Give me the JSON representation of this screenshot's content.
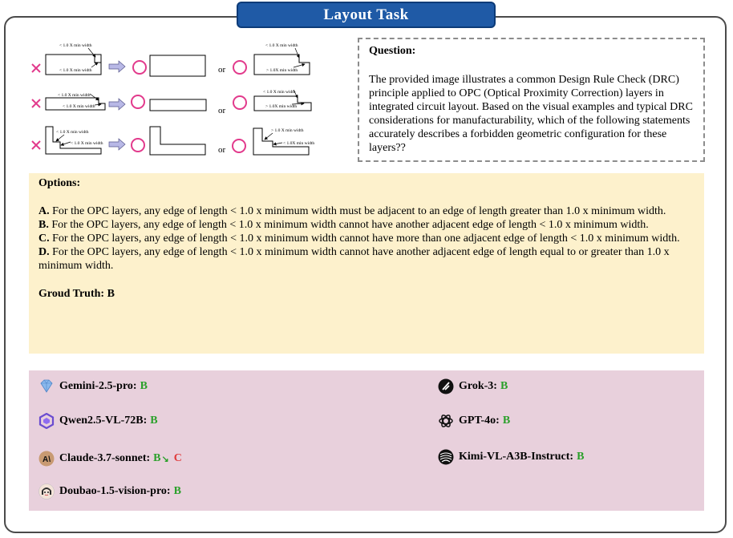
{
  "title": "Layout Task",
  "diagram": {
    "labels": {
      "lt_min_width": "< 1.0 X min width",
      "lt_min_width_compact": "< 1.0X min width",
      "gt_min_width": "> 1.0X min width",
      "gt_min_width_spaced": "> 1.0 X min width",
      "or": "or"
    },
    "colors": {
      "cross": "#e23a8c",
      "circle": "#e23a8c",
      "arrow": "#b8b8e6"
    }
  },
  "question": {
    "heading": "Question:",
    "text": "The provided image illustrates a common Design Rule Check (DRC) principle applied to OPC (Optical Proximity Correction) layers in integrated circuit layout. Based on the visual examples and typical DRC considerations for manufacturability, which of the following statements accurately describes a forbidden geometric configuration for these layers??"
  },
  "options": {
    "heading": "Options:",
    "items": [
      {
        "letter": "A.",
        "text": "For the OPC layers, any edge of length < 1.0 x minimum width must be adjacent to an edge of length greater than 1.0 x minimum width."
      },
      {
        "letter": "B.",
        "text": "For the OPC layers, any edge of length < 1.0 x minimum width cannot have another adjacent edge of length < 1.0 x minimum width."
      },
      {
        "letter": "C.",
        "text": "For the OPC layers, any edge of length < 1.0 x minimum width cannot have more than one adjacent edge of length < 1.0 x minimum width."
      },
      {
        "letter": "D.",
        "text": "For the OPC layers, any edge of length < 1.0 x minimum width cannot have another adjacent edge of length equal to or greater than 1.0 x minimum width."
      }
    ],
    "truth_label": "Groud Truth:",
    "truth_value": "B"
  },
  "models": [
    {
      "name": "Gemini-2.5-pro:",
      "answer": "B",
      "icon": "gemini-icon"
    },
    {
      "name": "Qwen2.5-VL-72B:",
      "answer": "B",
      "icon": "qwen-icon"
    },
    {
      "name": "Claude-3.7-sonnet:",
      "answer": "B",
      "extra": "C",
      "icon": "claude-icon"
    },
    {
      "name": "Doubao-1.5-vision-pro:",
      "answer": "B",
      "icon": "doubao-icon"
    },
    {
      "name": "Grok-3:",
      "answer": "B",
      "icon": "grok-icon"
    },
    {
      "name": "GPT-4o:",
      "answer": "B",
      "icon": "openai-icon"
    },
    {
      "name": "Kimi-VL-A3B-Instruct:",
      "answer": "B",
      "icon": "kimi-icon"
    }
  ],
  "colors": {
    "title_bg": "#1f5aa6",
    "options_bg": "#fdf1cc",
    "models_bg": "#e8d0dc",
    "correct": "#2aa02a",
    "wrong": "#e03a3a"
  }
}
